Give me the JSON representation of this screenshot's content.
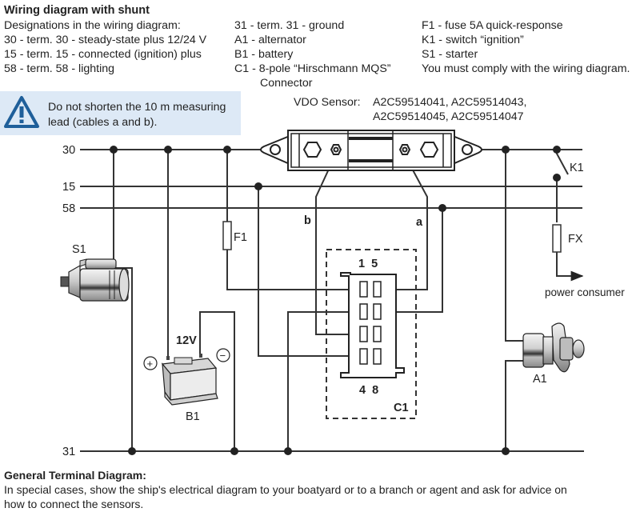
{
  "header": {
    "title": "Wiring diagram with shunt",
    "col1": [
      "Designations in the wiring diagram:",
      "30 - term. 30 - steady-state plus 12/24 V",
      "15 - term. 15 - connected (ignition) plus",
      "58 - term. 58 - lighting"
    ],
    "col2": [
      "31 - term. 31 - ground",
      "A1 - alternator",
      "B1 - battery",
      "C1 - 8-pole “Hirschmann MQS”",
      "Connector"
    ],
    "col3": [
      "F1 - fuse 5A quick-response",
      "K1 - switch “ignition”",
      "S1 - starter",
      "You must comply with the wiring diagram."
    ]
  },
  "warning": {
    "icon": "warning-triangle-icon",
    "text_line1": "Do not shorten the 10 m measuring",
    "text_line2": "lead (cables a and b).",
    "bg_color": "#dde9f6",
    "icon_color": "#1f5f9a"
  },
  "sensor": {
    "label": "VDO Sensor:",
    "parts_line1": "A2C59514041, A2C59514043,",
    "parts_line2": "A2C59514045, A2C59514047"
  },
  "diagram": {
    "rails": [
      "30",
      "15",
      "58",
      "31"
    ],
    "cable_labels": {
      "b": "b",
      "a": "a"
    },
    "components": {
      "S1": "S1",
      "B1": "B1",
      "battery_voltage": "12V",
      "battery_plus": "+",
      "battery_minus": "−",
      "F1": "F1",
      "K1": "K1",
      "FX": "FX",
      "power_consumer": "power consumer",
      "A1": "A1",
      "C1": "C1",
      "pin_top": "1  5",
      "pin_bottom": "4  8"
    }
  },
  "footer": {
    "heading": "General Terminal Diagram:",
    "line1": "In special cases, show the ship's electrical diagram to your boatyard or to a branch or agent and ask for advice on",
    "line2": "how to connect the sensors."
  }
}
